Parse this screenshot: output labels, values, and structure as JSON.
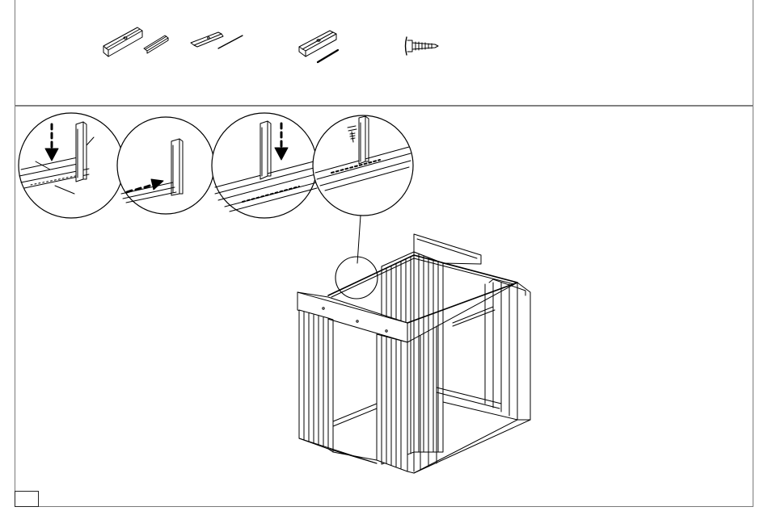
{
  "document": {
    "step_number": "",
    "parts_row": [
      "rail-with-bracket",
      "short-bracket",
      "angle-strip-with-rod",
      "channel-with-rod",
      "self-tapping-screw"
    ],
    "detail_callouts": [
      "insert-post-down",
      "slide-rail-in",
      "lower-post-into-channel",
      "screw-post-to-rail"
    ],
    "colors": {
      "line": "#000000",
      "frame": "#7a7a7a",
      "background": "#ffffff"
    }
  }
}
